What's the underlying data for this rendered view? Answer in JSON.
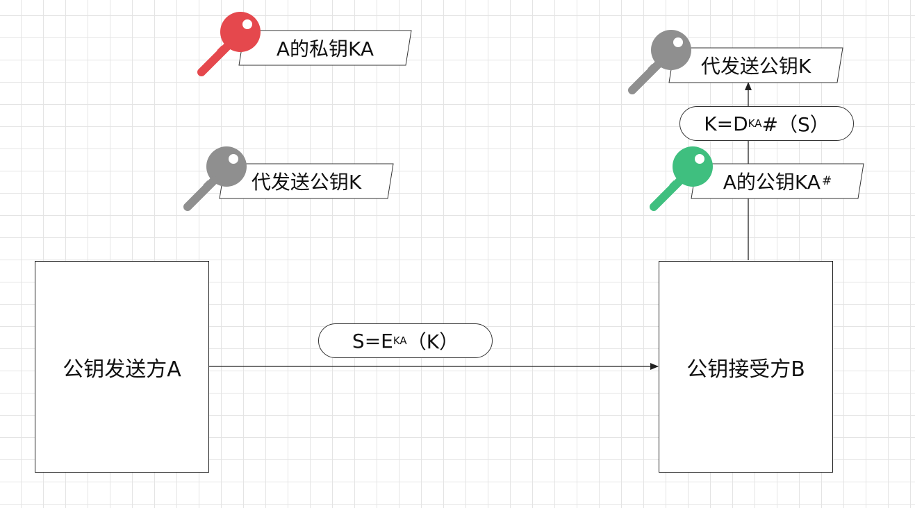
{
  "sender": {
    "label": "公钥发送方A"
  },
  "receiver": {
    "label": "公钥接受方B"
  },
  "encrypt": {
    "prefix": "S=E",
    "sub": "KA",
    "suffix": "（K）"
  },
  "decrypt": {
    "prefix": "K=D",
    "sub": "KA",
    "suffix": "#（S）"
  },
  "sender_keys": {
    "private_key": {
      "label": "A的私钥KA",
      "color": "#e5484d"
    },
    "send_key": {
      "label": "代发送公钥K",
      "color": "#8f8f8f"
    }
  },
  "receiver_keys": {
    "public_key": {
      "label": "A的公钥KA",
      "sup": "#",
      "color": "#3fbf7f"
    },
    "result_key": {
      "label": "代发送公钥K",
      "color": "#8f8f8f"
    }
  },
  "colors": {
    "line": "#222222",
    "grid": "#e4e4e4"
  }
}
